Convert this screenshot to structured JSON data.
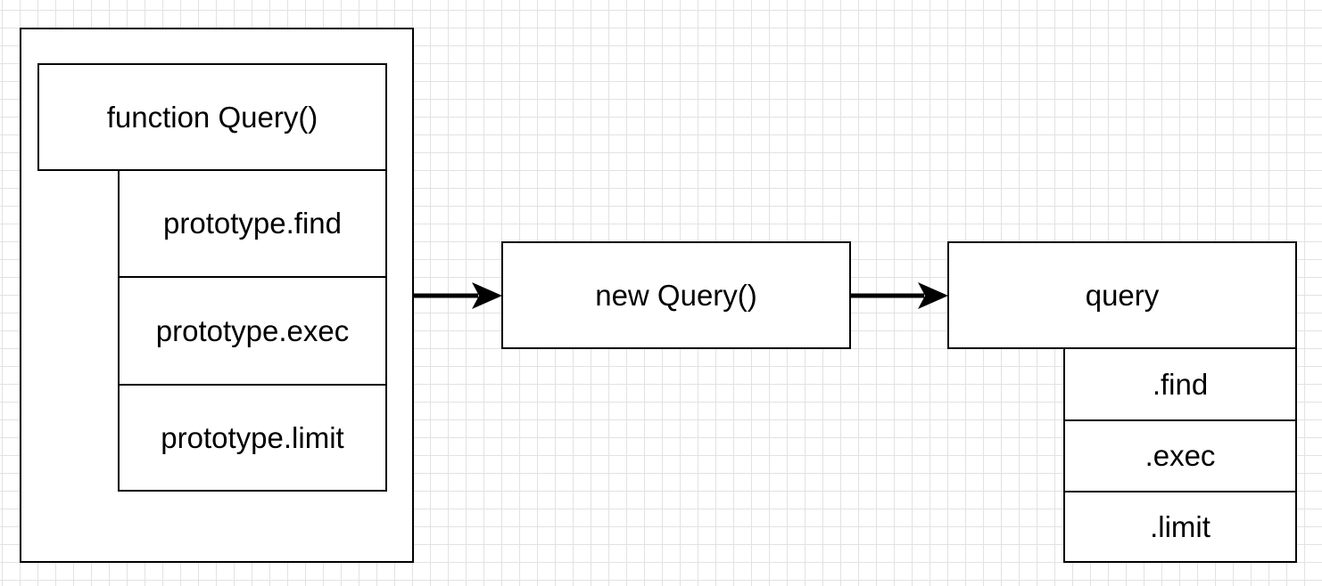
{
  "constructor_group": {
    "title": "function Query()",
    "prototype_methods": [
      "prototype.find",
      "prototype.exec",
      "prototype.limit"
    ]
  },
  "instantiation": {
    "label": "new Query()"
  },
  "instance": {
    "title": "query",
    "methods": [
      ".find",
      ".exec",
      ".limit"
    ]
  }
}
